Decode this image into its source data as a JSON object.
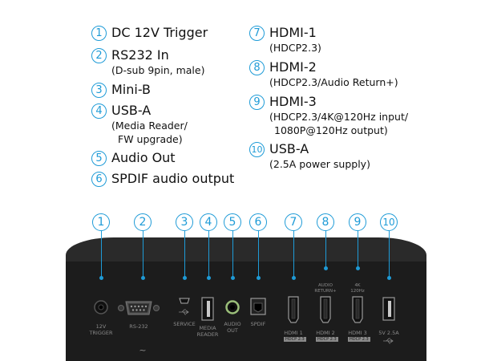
{
  "legend": [
    {
      "num": "1",
      "label": "DC 12V Trigger",
      "sub": ""
    },
    {
      "num": "2",
      "label": "RS232 In",
      "sub": "(D-sub 9pin, male)"
    },
    {
      "num": "3",
      "label": "Mini-B",
      "sub": ""
    },
    {
      "num": "4",
      "label": "USB-A",
      "sub": "(Media Reader/",
      "sub2": "FW upgrade)"
    },
    {
      "num": "5",
      "label": "Audio Out",
      "sub": ""
    },
    {
      "num": "6",
      "label": "SPDIF audio output",
      "sub": ""
    },
    {
      "num": "7",
      "label": "HDMI-1",
      "sub": "(HDCP2.3)"
    },
    {
      "num": "8",
      "label": "HDMI-2",
      "sub": "(HDCP2.3/Audio Return+)"
    },
    {
      "num": "9",
      "label": "HDMI-3",
      "sub": "(HDCP2.3/4K@120Hz input/",
      "sub2": "1080P@120Hz output)"
    },
    {
      "num": "10",
      "label": "USB-A",
      "sub": "(2.5A power supply)"
    }
  ],
  "panel": {
    "ports": [
      {
        "num": "1",
        "label": "12V",
        "label2": "TRIGGER"
      },
      {
        "num": "2",
        "label": "RS-232",
        "label2": ""
      },
      {
        "num": "3",
        "label": "SERVICE",
        "label2": ""
      },
      {
        "num": "4",
        "label": "MEDIA",
        "label2": "READER"
      },
      {
        "num": "5",
        "label": "AUDIO",
        "label2": "OUT"
      },
      {
        "num": "6",
        "label": "SPDIF",
        "label2": ""
      },
      {
        "num": "7",
        "label": "HDMI 1",
        "tag": "HDCP 2.3"
      },
      {
        "num": "8",
        "label": "HDMI 2",
        "tag": "HDCP 2.3",
        "top": "AUDIO",
        "top2": "RETURN+"
      },
      {
        "num": "9",
        "label": "HDMI 3",
        "tag": "HDCP 2.3",
        "top": "4K",
        "top2": "120Hz"
      },
      {
        "num": "10",
        "label": "5V 2.5A",
        "label2": ""
      }
    ],
    "tilde": "~"
  },
  "colors": {
    "accent": "#1e9bd7",
    "panel": "#1c1c1c"
  }
}
